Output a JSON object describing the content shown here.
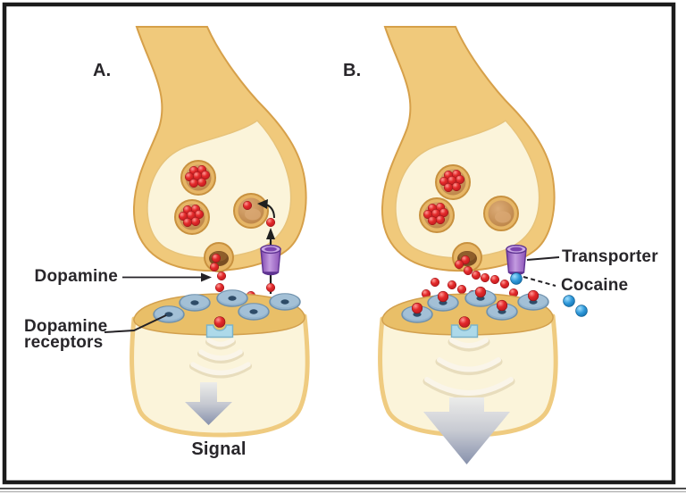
{
  "panel_a": {
    "letter": "A.",
    "dopamine_label": "Dopamine",
    "receptors_label": "Dopamine receptors",
    "signal_label": "Signal"
  },
  "panel_b": {
    "letter": "B.",
    "transporter_label": "Transporter",
    "cocaine_label": "Cocaine"
  },
  "colors": {
    "dopamine_red": "#CE2127",
    "cocaine_blue": "#1F8AD0",
    "transporter_purple": "#9A5FC4",
    "receptor_blue_gray": "#94B4CE",
    "receptor_cradle_blue": "#ADD9E9",
    "membrane_gold": "#EFC46F",
    "cytoplasm_cream": "#FBF4DA",
    "signal_arrow_gray": "#8791AC",
    "frame_black": "#1B1B1B"
  }
}
